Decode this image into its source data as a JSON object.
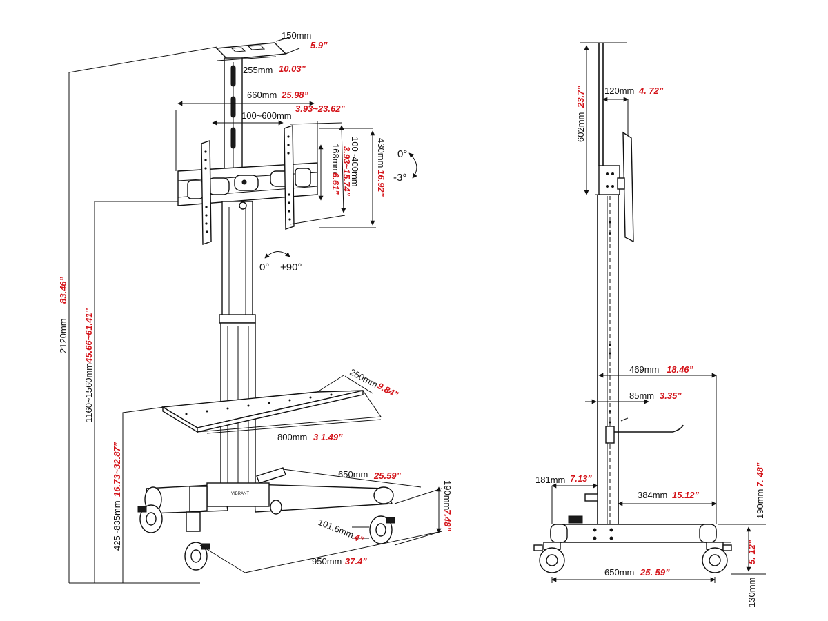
{
  "labels": {
    "top_plate": {
      "mm": "150mm",
      "inch": "5.9”"
    },
    "column_width": {
      "mm": "255mm",
      "inch": "10.03”"
    },
    "bracket_width": {
      "mm": "660mm",
      "inch": "25.98”"
    },
    "vesa_horizontal": {
      "mm": "100~600mm",
      "inch": "3.93~23.62”"
    },
    "bracket_depth": {
      "mm": "168mm",
      "inch": "6.61”"
    },
    "vesa_vertical": {
      "mm": "100~400mm",
      "inch": "3.93~15.74”"
    },
    "bracket_height": {
      "mm": "430mm",
      "inch": "16.92”"
    },
    "total_height": {
      "mm": "2120mm",
      "inch": "83.46”"
    },
    "adjust_height": {
      "mm": "1160~1560mm",
      "inch": "45.66~61.41”"
    },
    "shelf_height": {
      "mm": "425~835mm",
      "inch": "16.73~32.87”"
    },
    "shelf_depth": {
      "mm": "250mm",
      "inch": "9.84”"
    },
    "shelf_width": {
      "mm": "800mm",
      "inch": "3 1.49”"
    },
    "base_depth": {
      "mm": "650mm",
      "inch": "25.59”"
    },
    "base_height": {
      "mm": "190mm",
      "inch": "7.48”"
    },
    "caster": {
      "mm": "101.6mm",
      "inch": "4”"
    },
    "base_width": {
      "mm": "950mm",
      "inch": "37.4”"
    },
    "side_top_height": {
      "mm": "602mm",
      "inch": "23.7”"
    },
    "side_offset": {
      "mm": "120mm",
      "inch": "4. 72”"
    },
    "side_shelf_reach": {
      "mm": "469mm",
      "inch": "18.46”"
    },
    "side_column": {
      "mm": "85mm",
      "inch": "3.35”"
    },
    "side_rear": {
      "mm": "181mm",
      "inch": "7.13”"
    },
    "side_front": {
      "mm": "384mm",
      "inch": "15.12”"
    },
    "side_base_height": {
      "mm": "190mm",
      "inch": "7. 48”"
    },
    "side_wheel": {
      "mm": "130mm",
      "inch": "5. 12”"
    },
    "side_base_depth": {
      "mm": "650mm",
      "inch": "25. 59”"
    }
  },
  "angles": {
    "tilt_top": "0°",
    "tilt_bottom": "-3°",
    "rotate_start": "0°",
    "rotate_end": "+90°"
  },
  "colors": {
    "imperial": "#d4141a",
    "metric": "#111111",
    "line": "#111111"
  }
}
